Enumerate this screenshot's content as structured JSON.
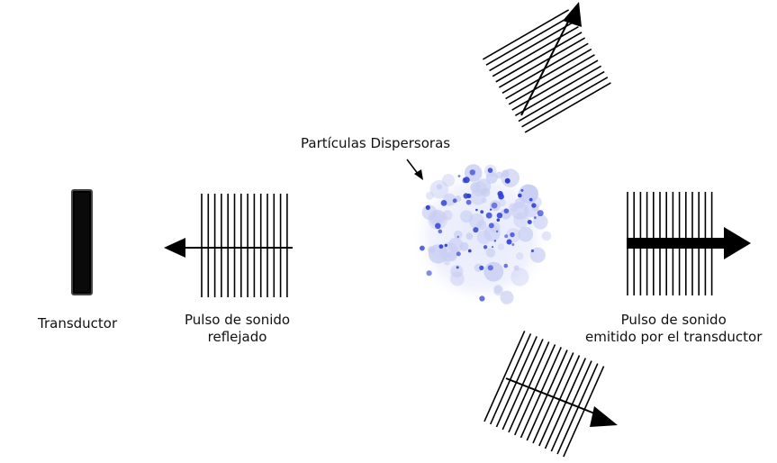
{
  "labels": {
    "transducer": "Transductor",
    "reflected_line1": "Pulso de sonido",
    "reflected_line2": "reflejado",
    "emitted_line1": "Pulso de sonido",
    "emitted_line2": "emitido por el transductor",
    "scatterers": "Partículas Dispersoras"
  },
  "colors": {
    "ink": "#111111",
    "particle_dark": "#2f3fd6",
    "particle_light": "#c7cdf2"
  },
  "icons": {
    "transducer": "black-rectangle",
    "arrows": "arrow-icon"
  }
}
